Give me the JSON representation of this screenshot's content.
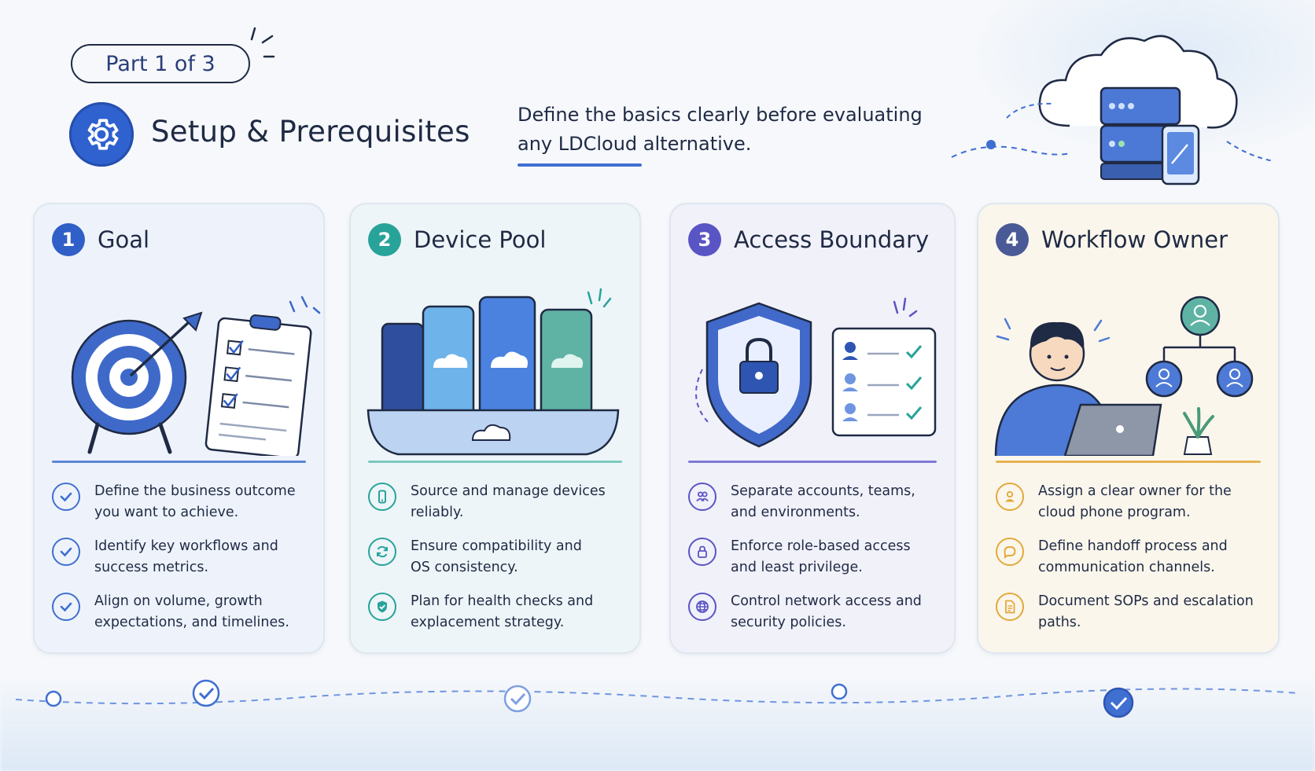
{
  "header": {
    "part_label": "Part 1 of 3",
    "title": "Setup & Prerequisites",
    "subtitle_line1": "Define the basics clearly before evaluating",
    "subtitle_line2": "any LDCloud alternative."
  },
  "cards": [
    {
      "number": "1",
      "title": "Goal",
      "accent": "#2f5fc7",
      "items": [
        {
          "line1": "Define the business outcome",
          "line2": "you want to achieve.",
          "icon": "check-circle-icon"
        },
        {
          "line1": "Identify key workflows and",
          "line2": "success metrics.",
          "icon": "check-circle-icon"
        },
        {
          "line1": "Align on volume, growth",
          "line2": "expectations, and timelines.",
          "icon": "check-circle-icon"
        }
      ]
    },
    {
      "number": "2",
      "title": "Device Pool",
      "accent": "#27a39a",
      "items": [
        {
          "line1": "Source and manage devices",
          "line2": "reliably.",
          "icon": "phone-icon"
        },
        {
          "line1": "Ensure compatibility and",
          "line2": "OS consistency.",
          "icon": "refresh-icon"
        },
        {
          "line1": "Plan for health checks and",
          "line2": "explacement strategy.",
          "icon": "shield-check-icon"
        }
      ]
    },
    {
      "number": "3",
      "title": "Access Boundary",
      "accent": "#5a55c4",
      "items": [
        {
          "line1": "Separate accounts, teams,",
          "line2": "and environments.",
          "icon": "users-icon"
        },
        {
          "line1": "Enforce role-based access",
          "line2": "and least privilege.",
          "icon": "lock-icon"
        },
        {
          "line1": "Control network access and",
          "line2": "security policies.",
          "icon": "globe-icon"
        }
      ]
    },
    {
      "number": "4",
      "title": "Workflow Owner",
      "accent": "#4a5a96",
      "item_accent": "#e3a93a",
      "items": [
        {
          "line1": "Assign a clear owner for the",
          "line2": "cloud phone program.",
          "icon": "person-icon"
        },
        {
          "line1": "Define handoff process and",
          "line2": "communication channels.",
          "icon": "chat-bubble-icon"
        },
        {
          "line1": "Document SOPs and escalation",
          "line2": "paths.",
          "icon": "document-icon"
        }
      ]
    }
  ]
}
